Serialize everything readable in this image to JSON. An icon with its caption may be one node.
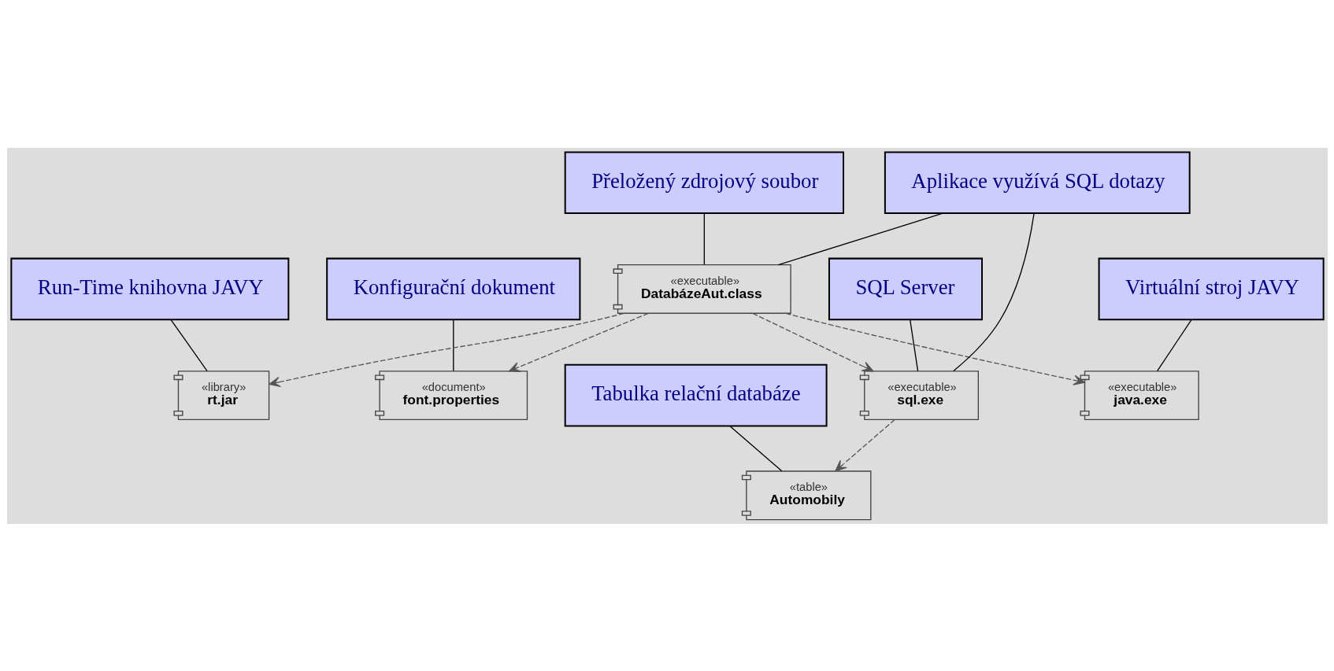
{
  "diagram": {
    "nodes": [
      {
        "text": [
          "«library»",
          "rt.jar"
        ]
      },
      {
        "text": [
          "Run-Time knihovna JAVY"
        ]
      },
      {
        "text": [
          "Přeložený zdrojový soubor"
        ]
      },
      {
        "text": [
          "«document»",
          "font.properties"
        ]
      },
      {
        "text": [
          "Konfigurační dokument"
        ]
      },
      {
        "text": [
          "«executable»",
          "DatabázeAut.class"
        ]
      },
      {
        "text": [
          "«executable»",
          "sql.exe"
        ]
      },
      {
        "text": [
          "SQL Server"
        ]
      },
      {
        "text": [
          "Aplikace využívá SQL dotazy"
        ]
      },
      {
        "text": [
          "«executable»",
          "java.exe"
        ]
      },
      {
        "text": [
          "«table»",
          "Automobily"
        ]
      },
      {
        "text": [
          "Tabulka relační databáze"
        ]
      },
      {
        "text": [
          "Virtuální stroj JAVY"
        ]
      }
    ],
    "edges": [
      {
        "from": 5,
        "to": 0,
        "arrow": "to",
        "style": "dashed"
      },
      {
        "from": 5,
        "to": 3,
        "arrow": "to",
        "style": "dashed"
      },
      {
        "from": 5,
        "to": 6,
        "arrow": "to",
        "style": "dashed"
      },
      {
        "from": 5,
        "to": 9,
        "arrow": "to",
        "style": "dashed"
      },
      {
        "from": 6,
        "to": 10,
        "arrow": "to",
        "style": "dashed"
      },
      {
        "from": 1,
        "to": 0,
        "arrow": "none"
      },
      {
        "from": 2,
        "to": 5,
        "arrow": "none"
      },
      {
        "from": 4,
        "to": 3,
        "arrow": "none"
      },
      {
        "from": 7,
        "to": 6,
        "arrow": "none"
      },
      {
        "from": 8,
        "to": 5,
        "arrow": "none"
      },
      {
        "from": 8,
        "to": 6,
        "arrow": "none"
      },
      {
        "from": 11,
        "to": 10,
        "arrow": "none"
      },
      {
        "from": 12,
        "to": 9,
        "arrow": "none"
      }
    ]
  }
}
